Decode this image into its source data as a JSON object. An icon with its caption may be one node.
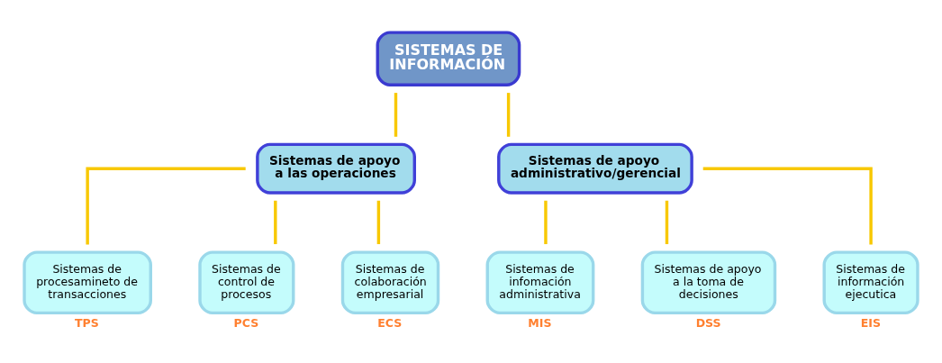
{
  "diagram": {
    "nodes": [
      {
        "text": [
          "SISTEMAS DE INFORMACIÓN"
        ]
      },
      {
        "text": [
          "Sistemas de apoyo a las operaciones"
        ]
      },
      {
        "text": [
          "Sistemas de apoyo administrativo/gerencial"
        ]
      },
      {
        "text": [
          "Sistemas de procesamineto de transacciones"
        ],
        "beside": [
          "TPS"
        ]
      },
      {
        "text": [
          "Sistemas de control de procesos"
        ],
        "beside": [
          "PCS"
        ]
      },
      {
        "text": [
          "Sistemas de colaboración empresarial"
        ],
        "beside": [
          "ECS"
        ]
      },
      {
        "text": [
          "Sistemas de infomación administrativa"
        ],
        "beside": [
          "MIS"
        ]
      },
      {
        "text": [
          "Sistemas de apoyo a la toma de decisiones"
        ],
        "beside": [
          "DSS"
        ]
      },
      {
        "text": [
          "Sistemas de información ejecutica"
        ],
        "beside": [
          "EIS"
        ]
      }
    ],
    "edges": [
      {
        "from": 0,
        "to": 1,
        "arrow": "none"
      },
      {
        "from": 0,
        "to": 2,
        "arrow": "none"
      },
      {
        "from": 1,
        "to": 3,
        "arrow": "none"
      },
      {
        "from": 1,
        "to": 4,
        "arrow": "none"
      },
      {
        "from": 1,
        "to": 5,
        "arrow": "none"
      },
      {
        "from": 2,
        "to": 6,
        "arrow": "none"
      },
      {
        "from": 2,
        "to": 7,
        "arrow": "none"
      },
      {
        "from": 2,
        "to": 8,
        "arrow": "none"
      }
    ]
  }
}
